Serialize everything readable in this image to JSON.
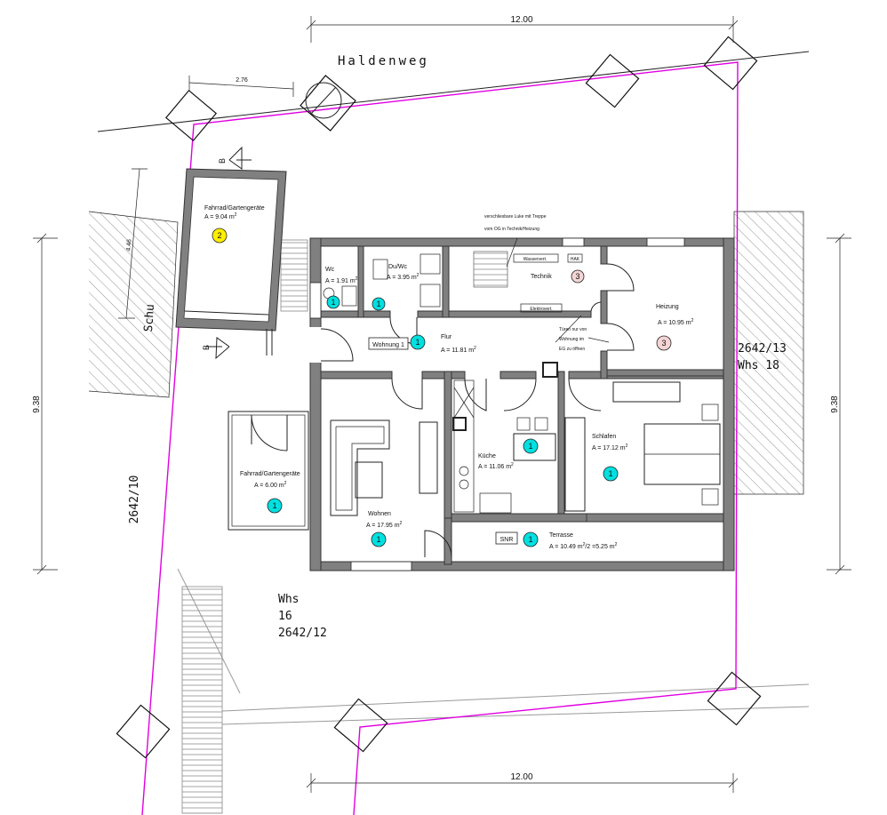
{
  "street": "Haldenweg",
  "dimensions": {
    "top_width": "12.00",
    "bottom_width": "12.00",
    "left_height": "9.38",
    "right_height": "9.38",
    "shed_width": "2.76",
    "shed_length": "4.46"
  },
  "parcels": {
    "left": "2642/10",
    "right_line1": "2642/13",
    "right_line2": "Whs  18",
    "bottom_line1": "Whs",
    "bottom_line2": "16",
    "bottom_line3": "2642/12"
  },
  "labels": {
    "schu": "Schu",
    "section_b": "B",
    "wohnung": "Wohnung 1",
    "snr": "SNR",
    "hak": "HAK",
    "wasser": "Wasservert.",
    "elektro": "Elektrovert.",
    "luke_line1": "verschliesbare Luke mit Treppe",
    "luke_line2": "vom OG in Technik/Heizung",
    "tueren_line1": "Türen nur von",
    "tueren_line2": "Wohnung im",
    "tueren_line3": "EG zu öffnen"
  },
  "rooms": {
    "shed_top": {
      "name": "Fahrrad/Gartengeräte",
      "area_prefix": "A = 9.04 m",
      "num": "2"
    },
    "shed_bottom": {
      "name": "Fahrrad/Gartengeräte",
      "area_prefix": "A = 6.00 m",
      "num": "1"
    },
    "wc": {
      "name": "Wc",
      "area_prefix": "A = 1.91 m",
      "num": "1"
    },
    "duwc": {
      "name": "Du/Wc",
      "area_prefix": "A = 3.95 m",
      "num": "1"
    },
    "technik": {
      "name": "Technik",
      "num": "3"
    },
    "heizung": {
      "name": "Heizung",
      "area_prefix": "A = 10.95 m",
      "num": "3"
    },
    "flur": {
      "name": "Flur",
      "area_prefix": "A = 11.81 m",
      "num": "1"
    },
    "wohnen": {
      "name": "Wohnen",
      "area_prefix": "A = 17.95 m",
      "num": "1"
    },
    "kueche": {
      "name": "Küche",
      "area_prefix": "A = 11.06 m",
      "num": "1"
    },
    "schlafen": {
      "name": "Schlafen",
      "area_prefix": "A = 17.12 m",
      "num": "1"
    },
    "terrasse": {
      "name": "Terrasse",
      "area_prefix": "A = 10.49 m",
      "area_mid": "/2 =5.25 m",
      "num": "1"
    }
  },
  "sup": "2",
  "colors": {
    "wall": "#808080",
    "property_line": "#e000e0",
    "circle_usage1": "#00e0e0",
    "circle_usage2": "#ffee00",
    "circle_usage3": "#f4d4d4"
  }
}
